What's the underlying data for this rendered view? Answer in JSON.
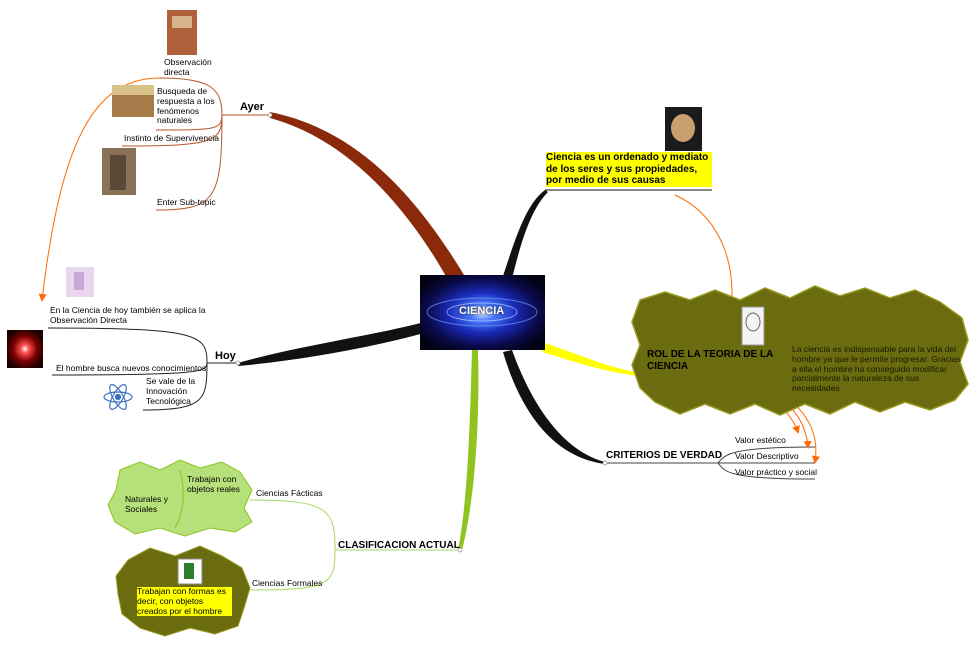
{
  "central": {
    "label": "CIENCIA"
  },
  "ayer": {
    "label": "Ayer",
    "items": [
      "Observación directa",
      "Busqueda de respuesta a los fenómenos naturales",
      "Instinto de Supervivencia",
      "Enter Sub-topic"
    ]
  },
  "hoy": {
    "label": "Hoy",
    "items": [
      "En la Ciencia de hoy también se aplica la Observación Directa",
      "El hombre busca nuevos conocimientos",
      "Se vale de la Innovación Tecnológica"
    ]
  },
  "definicion": {
    "text": "Ciencia es un ordenado y mediato de los seres y sus propiedades, por medio de sus causas"
  },
  "rol": {
    "title": "ROL DE LA TEORIA DE LA CIENCIA",
    "text": "La ciencia es indispensable para la vida del hombre ya que le permite progresar. Gracias a ella  el hombre ha conseguido modificar parcialmente la naturaleza de sus necesidades"
  },
  "criterios": {
    "label": "CRITERIOS DE VERDAD",
    "items": [
      "Valor estético",
      "Valor Descriptivo",
      "Valor práctico y social"
    ]
  },
  "clasificacion": {
    "label": "CLASIFICACION ACTUAL",
    "facticas": {
      "label": "Ciencias Fácticas",
      "cloud_left": "Naturales y Sociales",
      "cloud_right": "Trabajan con objetos reales"
    },
    "formales": {
      "label": "Ciencias Formales",
      "cloud_text": "Trabajan con formas es decir, con objetos creados por el hombre"
    }
  },
  "colors": {
    "ayer_branch": "#8b2a0a",
    "hoy_branch": "#111111",
    "clasif_branch": "#8fc31f",
    "rol_branch": "#ffff00",
    "connector": "#ff6a00",
    "cloud_olive": "#6b6b0f",
    "cloud_green": "#b5e07a",
    "highlight": "#ffff00"
  }
}
